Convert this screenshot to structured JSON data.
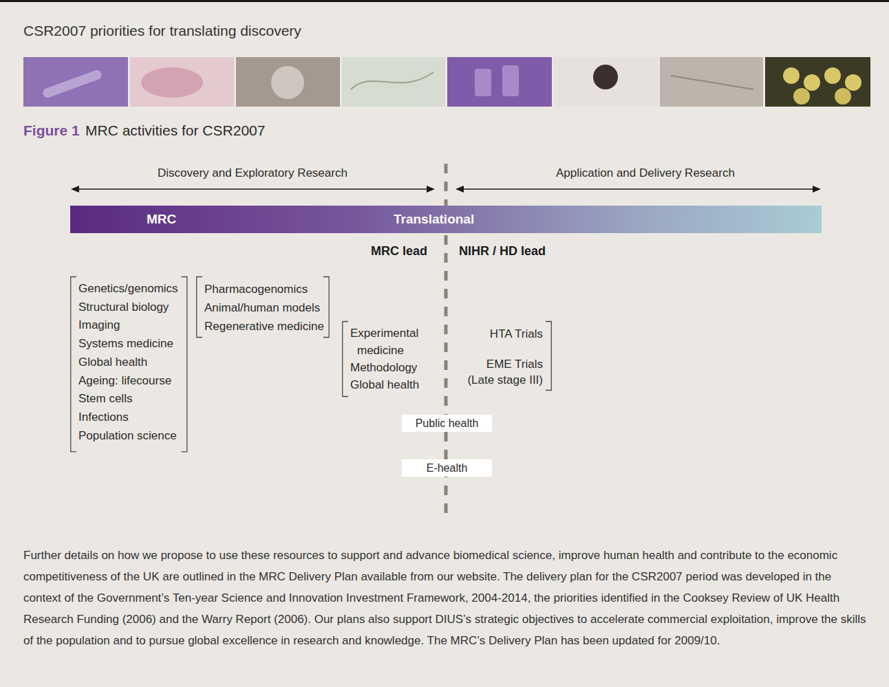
{
  "diagram": {
    "title": "CSR2007 priorities for translating discovery",
    "caption": "MRC activities for CSR2007",
    "nodes": [
      {
        "text": [
          "MRC",
          "Translational"
        ]
      },
      {
        "text": [
          "Genetics/genomics",
          "Structural biology",
          "Imaging",
          "Systems medicine",
          "Global health",
          "Ageing: lifecourse",
          "Stem cells",
          "Infections",
          "Population science"
        ]
      },
      {
        "text": [
          "Pharmacogenomics",
          "Animal/human models",
          "Regenerative medicine"
        ]
      },
      {
        "text": [
          "Experimental medicine",
          "Methodology",
          "Global health"
        ]
      },
      {
        "text": [
          "HTA Trials",
          "EME Trials (Late stage III)"
        ]
      },
      {
        "text": [
          "Public health"
        ]
      },
      {
        "text": [
          "E-health"
        ]
      }
    ],
    "labels": [
      "Figure 1",
      "Discovery and Exploratory Research",
      "Application and Delivery Research",
      "MRC lead",
      "NIHR / HD lead",
      "Further details on how we propose to use these resources to support and advance biomedical science, improve human health and contribute to the economic competitiveness of the UK are outlined in the MRC Delivery Plan available from our website. The delivery plan for the CSR2007 period was developed in the context of the Government’s Ten-year Science and Innovation Investment Framework, 2004-2014, the priorities identified in the Cooksey Review of UK Health Research Funding (2006) and the Warry Report (2006). Our plans also support DIUS’s strategic objectives to accelerate commercial exploitation, improve the skills of the population and to pursue global excellence in research and knowledge. The MRC’s Delivery Plan has been updated for 2009/10."
    ]
  }
}
